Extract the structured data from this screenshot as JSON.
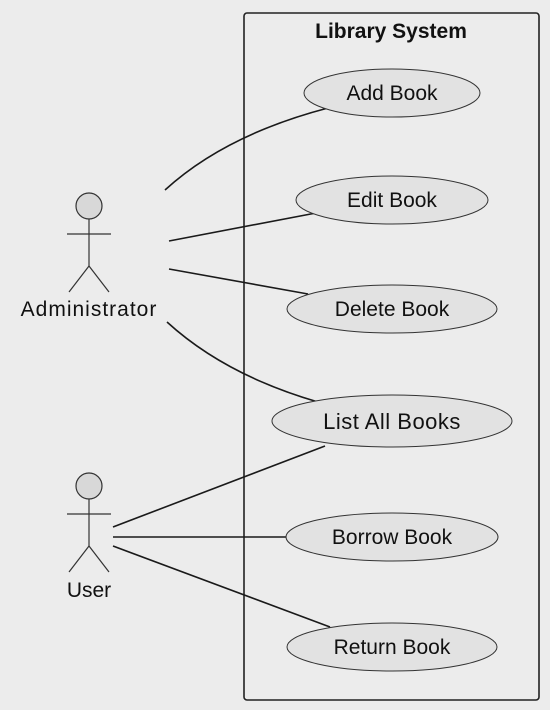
{
  "system": {
    "title": "Library System"
  },
  "actors": [
    {
      "id": "administrator",
      "label": "Administrator"
    },
    {
      "id": "user",
      "label": "User"
    }
  ],
  "use_cases": [
    {
      "id": "add-book",
      "label": "Add Book"
    },
    {
      "id": "edit-book",
      "label": "Edit Book"
    },
    {
      "id": "delete-book",
      "label": "Delete Book"
    },
    {
      "id": "list-all-books",
      "label": "List All Books"
    },
    {
      "id": "borrow-book",
      "label": "Borrow Book"
    },
    {
      "id": "return-book",
      "label": "Return Book"
    }
  ],
  "associations": [
    {
      "actor": "administrator",
      "use_case": "add-book"
    },
    {
      "actor": "administrator",
      "use_case": "edit-book"
    },
    {
      "actor": "administrator",
      "use_case": "delete-book"
    },
    {
      "actor": "administrator",
      "use_case": "list-all-books"
    },
    {
      "actor": "user",
      "use_case": "list-all-books"
    },
    {
      "actor": "user",
      "use_case": "borrow-book"
    },
    {
      "actor": "user",
      "use_case": "return-book"
    }
  ],
  "colors": {
    "background": "#ececec",
    "usecase_fill": "#e2e2e2",
    "stroke": "#222222"
  }
}
